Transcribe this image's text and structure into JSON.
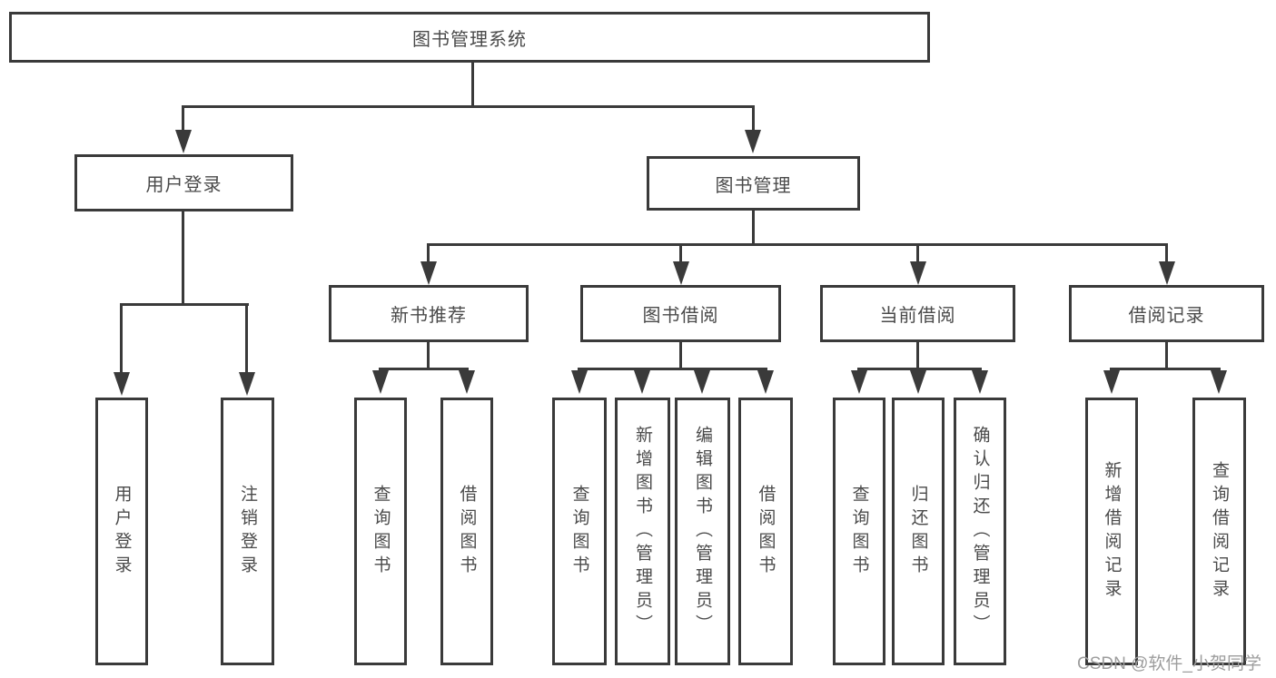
{
  "diagram": {
    "type": "hierarchy-flowchart",
    "watermark": "CSDN @软件_小贺同学",
    "colors": {
      "line": "#3a3a3a",
      "box_border": "#3a3a3a",
      "box_fill": "#ffffff",
      "text": "#4a4a4a",
      "watermark": "#9d9d9d",
      "background": "#ffffff"
    }
  },
  "tree": {
    "label": "图书管理系统",
    "children": [
      {
        "label": "用户登录",
        "children": [
          {
            "label": "用户登录"
          },
          {
            "label": "注销登录"
          }
        ]
      },
      {
        "label": "图书管理",
        "children": [
          {
            "label": "新书推荐",
            "children": [
              {
                "label": "查询图书"
              },
              {
                "label": "借阅图书"
              }
            ]
          },
          {
            "label": "图书借阅",
            "children": [
              {
                "label": "查询图书"
              },
              {
                "label": "新增图书（管理员）"
              },
              {
                "label": "编辑图书（管理员）"
              },
              {
                "label": "借阅图书"
              }
            ]
          },
          {
            "label": "当前借阅",
            "children": [
              {
                "label": "查询图书"
              },
              {
                "label": "归还图书"
              },
              {
                "label": "确认归还（管理员）"
              }
            ]
          },
          {
            "label": "借阅记录",
            "children": [
              {
                "label": "新增借阅记录"
              },
              {
                "label": "查询借阅记录"
              }
            ]
          }
        ]
      }
    ]
  }
}
